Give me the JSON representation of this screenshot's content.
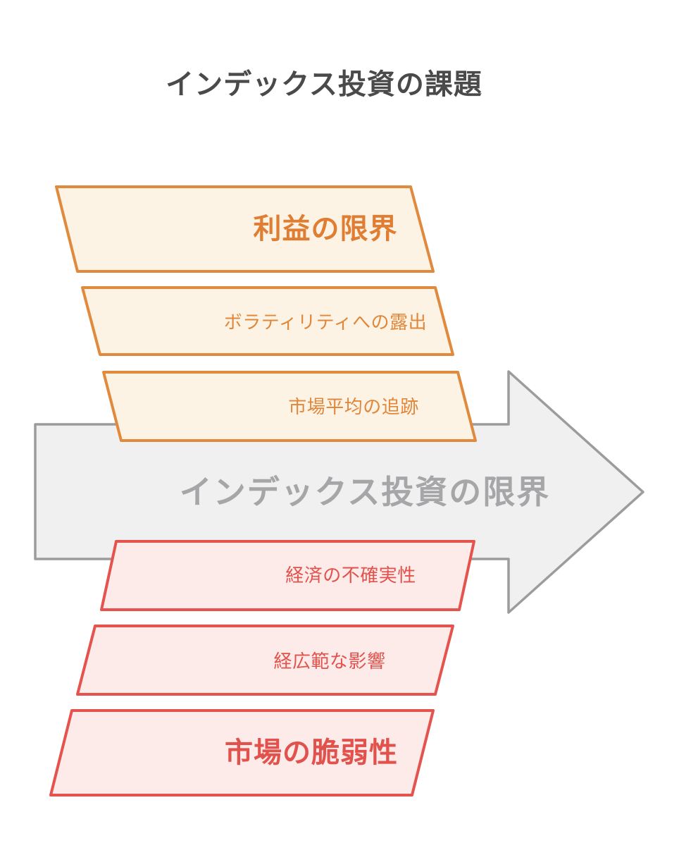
{
  "title": "インデックス投資の課題",
  "arrow": {
    "label": "インデックス投資の限界"
  },
  "bands": [
    {
      "id": "profit-limit",
      "label": "利益の限界",
      "group": "orange",
      "emphasis": true
    },
    {
      "id": "volatility-exposure",
      "label": "ボラティリティへの露出",
      "group": "orange",
      "emphasis": false
    },
    {
      "id": "market-average-tracking",
      "label": "市場平均の追跡",
      "group": "orange",
      "emphasis": false
    },
    {
      "id": "economic-uncertainty",
      "label": "経済の不確実性",
      "group": "red",
      "emphasis": false
    },
    {
      "id": "broad-impact",
      "label": "経広範な影響",
      "group": "red",
      "emphasis": false
    },
    {
      "id": "market-fragility",
      "label": "市場の脆弱性",
      "group": "red",
      "emphasis": true
    }
  ],
  "colors": {
    "title_text": "#4A4A4A",
    "orange_border": "#E08A3E",
    "orange_fill": "#FDF3E4",
    "orange_text_bold": "#DF7E33",
    "orange_text_small": "#E0873C",
    "red_border": "#E5534E",
    "red_fill": "#FCEBE9",
    "red_text": "#E2524D",
    "arrow_fill": "#F0F0F1",
    "arrow_border": "#9C9C9E",
    "arrow_text": "#A6A6A8"
  }
}
